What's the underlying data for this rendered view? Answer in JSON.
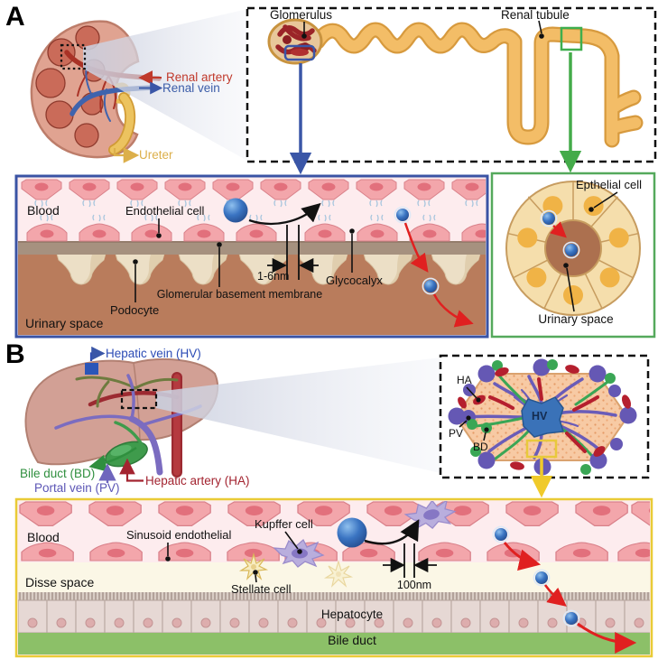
{
  "panelA": {
    "label": "A",
    "kidney": {
      "renal_artery": "Renal artery",
      "renal_vein": "Renal vein",
      "ureter": "Ureter"
    },
    "nephron": {
      "glomerulus": "Glomerulus",
      "renal_tubule": "Renal tubule"
    },
    "filtration": {
      "blood": "Blood",
      "endothelial_cell": "Endothelial cell",
      "gap": "1-6nm",
      "glycocalyx": "Glycocalyx",
      "gbm": "Glomerular basement membrane",
      "podocyte": "Podocyte",
      "urinary_space": "Urinary space"
    },
    "tubule_cross_section": {
      "epithelial_cell": "Epthelial cell",
      "urinary_space": "Urinary space"
    }
  },
  "panelB": {
    "label": "B",
    "liver": {
      "hepatic_vein": "Hepatic vein (HV)",
      "bile_duct": "Bile duct (BD)",
      "portal_vein": "Portal vein (PV)",
      "hepatic_artery": "Hepatic artery (HA)"
    },
    "lobule": {
      "ha": "HA",
      "pv": "PV",
      "bd": "BD",
      "hv": "HV"
    },
    "sinusoid": {
      "blood": "Blood",
      "sinusoid_endothelial": "Sinusoid endothelial",
      "kupffer_cell": "Kupffer cell",
      "disse_space": "Disse space",
      "stellate_cell": "Stellate cell",
      "gap": "100nm",
      "hepatocyte": "Hepatocyte",
      "bile_duct": "Bile duct"
    }
  },
  "colors": {
    "panel_blue_border": "#3a53a4",
    "panel_green_border": "#55a95c",
    "panel_yellow_border": "#e9cb36",
    "arrow_blue": "#3a56a7",
    "arrow_green": "#44ab4a",
    "arrow_yellow": "#f0ca2a",
    "arrow_red": "#e02020",
    "renal_artery_red": "#c0392b",
    "renal_vein_blue": "#3b5ca8",
    "ureter_yellow": "#dcaf4a",
    "hepatic_vein_blue": "#2b4bb5",
    "bile_duct_green": "#2f8f3e",
    "portal_vein_purple": "#5b55b5",
    "hepatic_artery_red": "#a32430",
    "nanoparticle_blue": "#2f64b5",
    "blood_pink": "#fdecee",
    "urinary_space_brown": "#b97c5c",
    "bile_duct_band_green": "#8cc068"
  }
}
